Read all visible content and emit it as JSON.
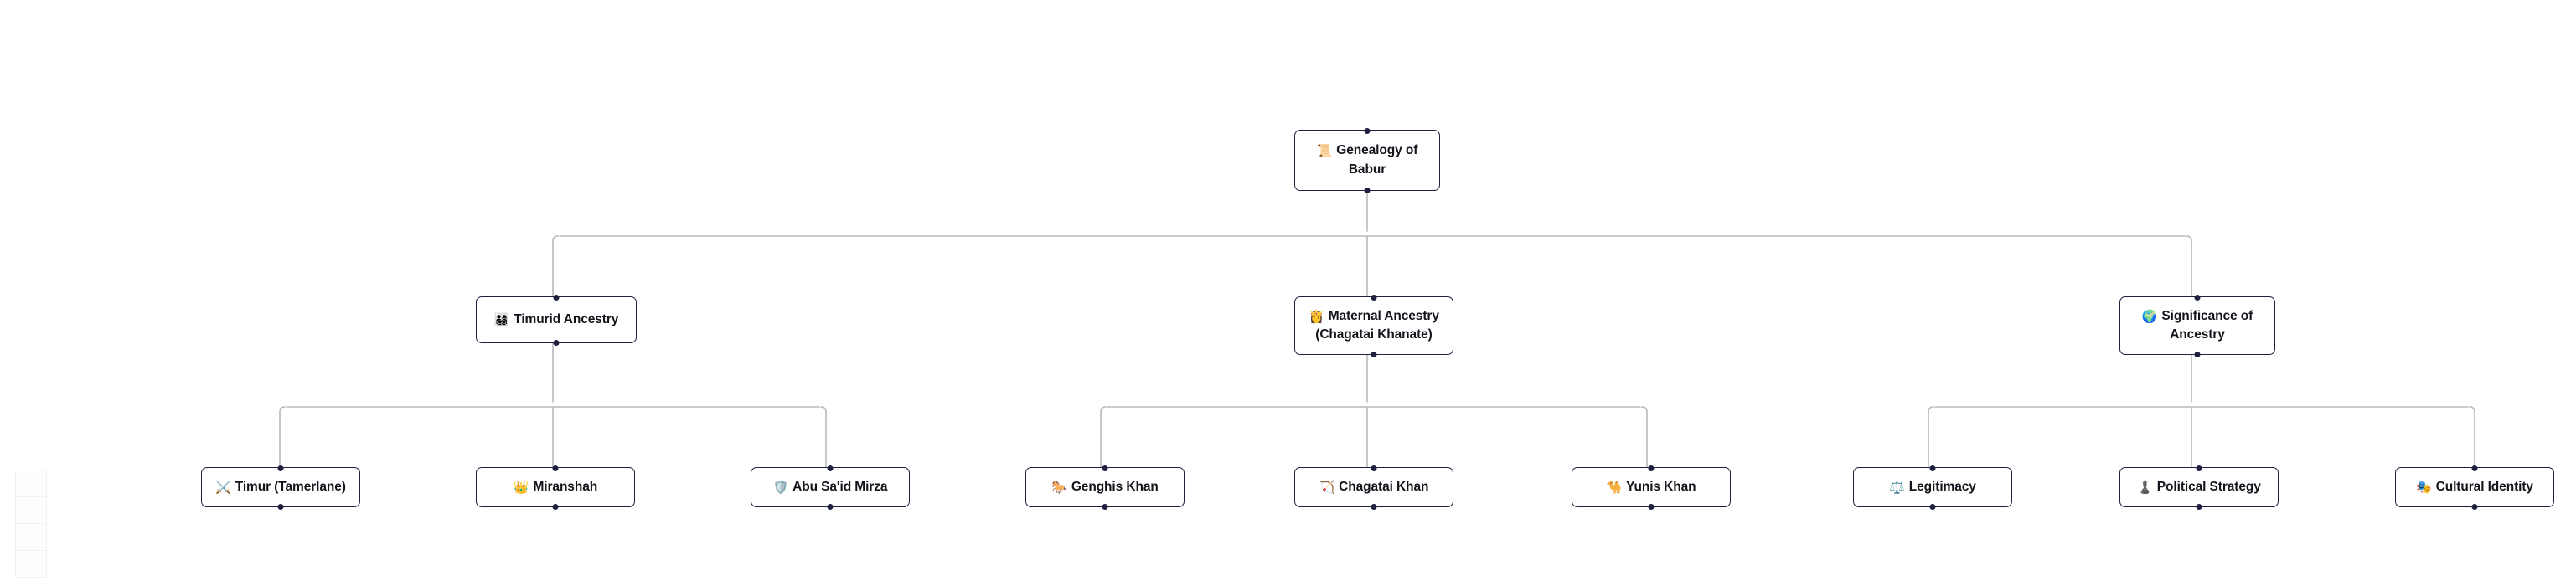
{
  "diagram": {
    "type": "tree-mindmap",
    "title": "Genealogy of Babur",
    "edge_color": "#b9b9bd",
    "node_border_color": "#1f2040",
    "node_background": "#ffffff",
    "text_color": "#14141c"
  },
  "nodes": {
    "root": {
      "id": "genealogy-of-babur",
      "emoji": "📜",
      "emoji_name": "scroll-icon",
      "line1": "Genealogy of",
      "line2": "Babur",
      "label": "Genealogy of Babur"
    },
    "branches": [
      {
        "id": "timurid-ancestry",
        "emoji": "👨‍👩‍👧‍👦",
        "emoji_name": "family-icon",
        "line1": "Timurid Ancestry",
        "line2": "",
        "label": "Timurid Ancestry"
      },
      {
        "id": "maternal-ancestry",
        "emoji": "👸",
        "emoji_name": "princess-icon",
        "line1": "Maternal Ancestry",
        "line2": "(Chagatai Khanate)",
        "label": "Maternal Ancestry (Chagatai Khanate)"
      },
      {
        "id": "significance-of-ancestry",
        "emoji": "🌍",
        "emoji_name": "globe-icon",
        "line1": "Significance of",
        "line2": "Ancestry",
        "label": "Significance of Ancestry"
      }
    ],
    "leaves": [
      {
        "id": "timur-tamerlane",
        "parent": "timurid-ancestry",
        "emoji": "⚔️",
        "emoji_name": "crossed-swords-icon",
        "label": "Timur (Tamerlane)"
      },
      {
        "id": "miranshah",
        "parent": "timurid-ancestry",
        "emoji": "👑",
        "emoji_name": "crown-icon",
        "label": "Miranshah"
      },
      {
        "id": "abu-said-mirza",
        "parent": "timurid-ancestry",
        "emoji": "🛡️",
        "emoji_name": "shield-icon",
        "label": "Abu Sa'id Mirza"
      },
      {
        "id": "genghis-khan",
        "parent": "maternal-ancestry",
        "emoji": "🐎",
        "emoji_name": "horse-icon",
        "label": "Genghis Khan"
      },
      {
        "id": "chagatai-khan",
        "parent": "maternal-ancestry",
        "emoji": "🏹",
        "emoji_name": "bow-and-arrow-icon",
        "label": "Chagatai Khan"
      },
      {
        "id": "yunis-khan",
        "parent": "maternal-ancestry",
        "emoji": "🐪",
        "emoji_name": "camel-icon",
        "label": "Yunis Khan"
      },
      {
        "id": "legitimacy",
        "parent": "significance-of-ancestry",
        "emoji": "⚖️",
        "emoji_name": "balance-scale-icon",
        "label": "Legitimacy"
      },
      {
        "id": "political-strategy",
        "parent": "significance-of-ancestry",
        "emoji": "♟️",
        "emoji_name": "chess-pawn-icon",
        "label": "Political Strategy"
      },
      {
        "id": "cultural-identity",
        "parent": "significance-of-ancestry",
        "emoji": "🎭",
        "emoji_name": "performing-arts-icon",
        "label": "Cultural Identity"
      }
    ]
  }
}
